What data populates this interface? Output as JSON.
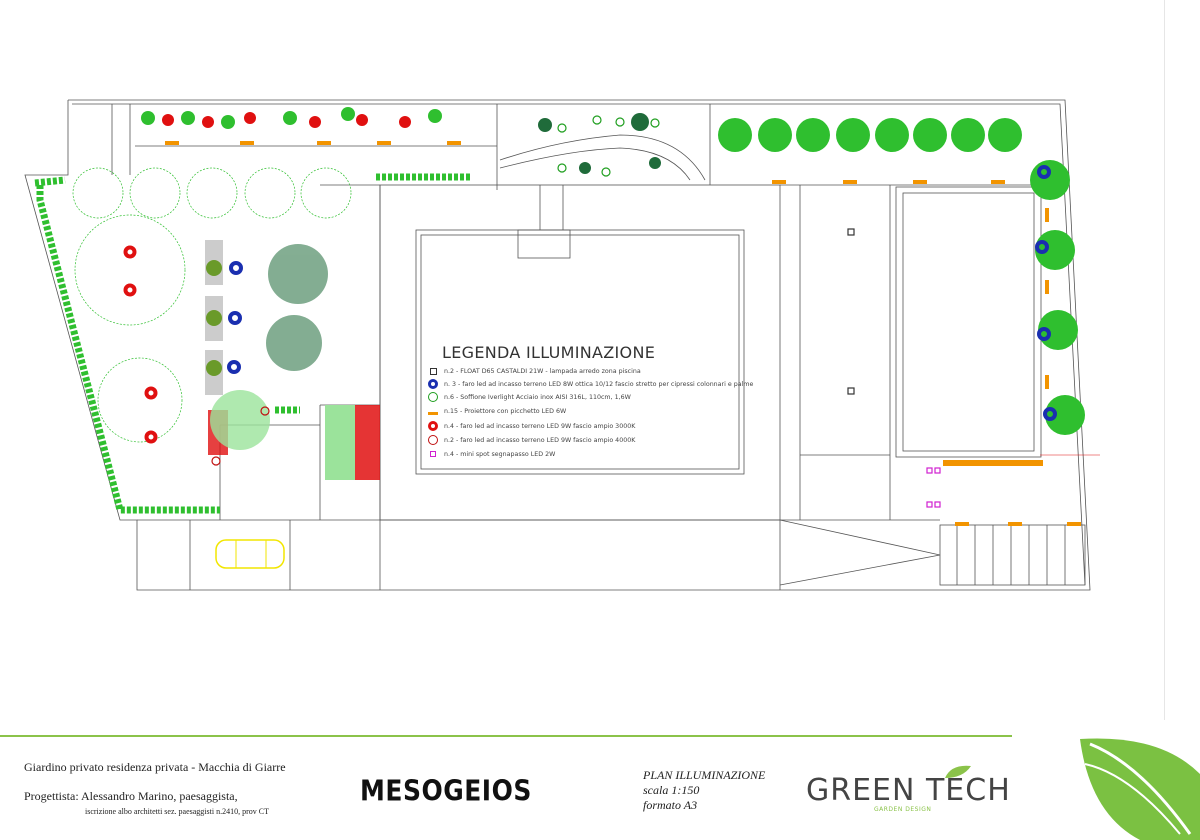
{
  "legend": {
    "title": "LEGENDA ILLUMINAZIONE",
    "items": [
      {
        "text": "n.2 - FLOAT D65 CASTALDI 21W - lampada arredo zona piscina",
        "symbol": "square-outline",
        "color": "#333333"
      },
      {
        "text": "n. 3 - faro led ad incasso terreno LED 8W ottica 10/12 fascio stretto per cipressi colonnari e palme",
        "symbol": "ring-thick",
        "color": "#1a2fb0"
      },
      {
        "text": "n.6 - Soffione Iverlight Acciaio inox AISI 316L, 110cm, 1,6W",
        "symbol": "ring-thin",
        "color": "#1e9e1e"
      },
      {
        "text": "n.15 - Proiettore con picchetto LED 6W",
        "symbol": "bar",
        "color": "#f29400"
      },
      {
        "text": "n.4 - faro led ad incasso terreno LED 9W  fascio ampio 3000K",
        "symbol": "ring-thick",
        "color": "#e01010"
      },
      {
        "text": "n.2 - faro led ad incasso terreno LED 9W  fascio ampio 4000K",
        "symbol": "ring-thin",
        "color": "#c01010"
      },
      {
        "text": "n.4 - mini spot segnapasso LED 2W",
        "symbol": "square-small",
        "color": "#d020d0"
      }
    ]
  },
  "footer": {
    "project_title": "Giardino privato residenza privata - Macchia di Giarre",
    "designer": "Progettista: Alessandro Marino, paesaggista,",
    "registration": "iscrizione albo architetti sez. paesaggisti n.2410, prov CT",
    "brand": "MESOGEIOS",
    "plan_name": "PLAN ILLUMINAZIONE",
    "scale": "scala 1:150",
    "format": "formato A3",
    "company": "GREEN TECH",
    "company_sub": "GARDEN DESIGN"
  },
  "colors": {
    "plant_green": "#2fbf2f",
    "light_green": "#9be39b",
    "dark_green": "#1f6b3a",
    "red": "#e01010",
    "blue": "#1a2fb0",
    "orange": "#f29400",
    "magenta": "#d020d0",
    "car_yellow": "#f2e600",
    "line": "#555555",
    "accent_green": "#8bc34a"
  }
}
